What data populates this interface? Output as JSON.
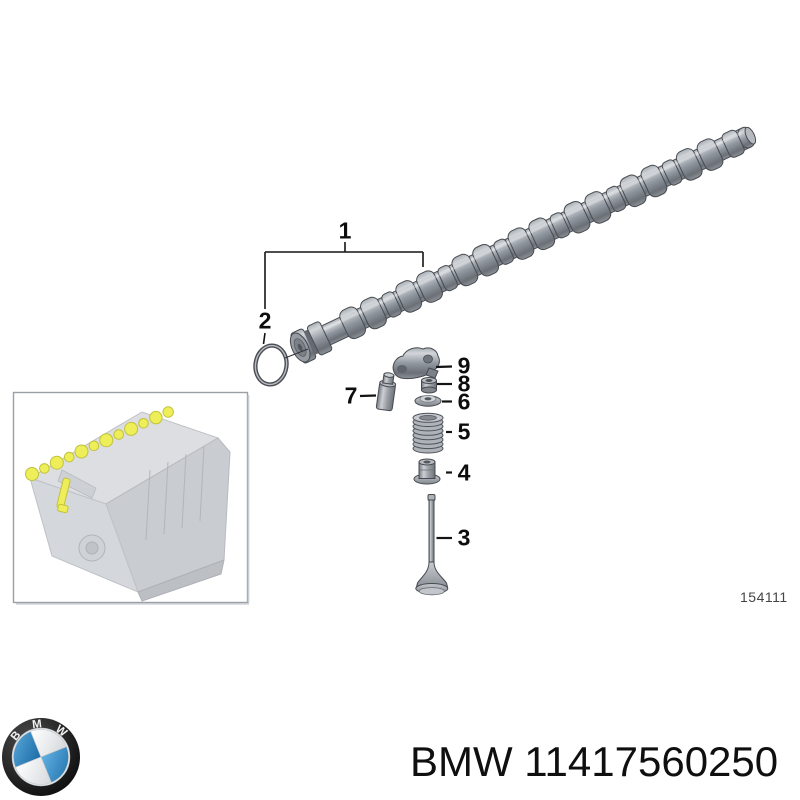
{
  "diagram": {
    "callouts": [
      {
        "label": "1"
      },
      {
        "label": "2"
      },
      {
        "label": "3"
      },
      {
        "label": "4"
      },
      {
        "label": "5"
      },
      {
        "label": "6"
      },
      {
        "label": "7"
      },
      {
        "label": "8"
      },
      {
        "label": "9"
      }
    ],
    "drawing_number": "154111"
  },
  "footer": {
    "logo_icon": "bmw-roundel-logo",
    "logo_letters": [
      "B",
      "M",
      "W"
    ],
    "caption": "BMW 11417560250"
  },
  "colors": {
    "bmw_blue": "#2f8fc9",
    "camshaft_highlight_yellow": "#eeee58",
    "metal_gray": "#8f949b",
    "label_black": "#0d0d0d"
  }
}
